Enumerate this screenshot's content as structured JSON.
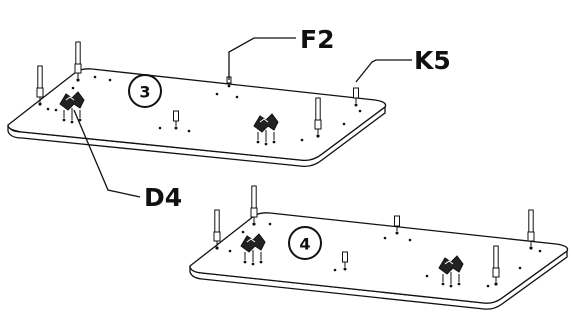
{
  "part_labels": {
    "f2": "F2",
    "k5": "K5",
    "d4": "D4"
  },
  "steps": {
    "step3": "3",
    "step4": "4"
  }
}
